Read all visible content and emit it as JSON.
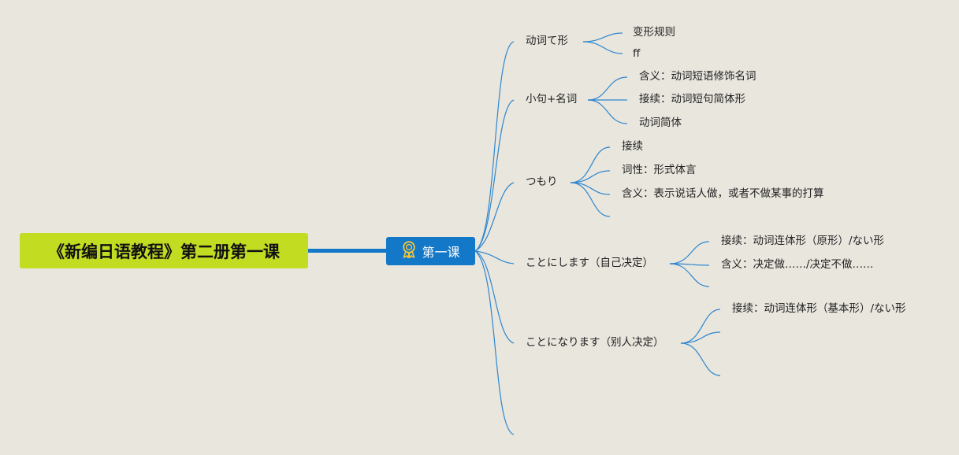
{
  "root": {
    "title": "《新编日语教程》第二册第一课"
  },
  "main_topic": {
    "label": "第一课",
    "icon": "medal-icon"
  },
  "branches": [
    {
      "label": "动词て形",
      "children": [
        "变形规则",
        "ff"
      ]
    },
    {
      "label": "小句+名词",
      "children": [
        "含义：动词短语修饰名词",
        "接续：动词短句简体形",
        "动词简体"
      ]
    },
    {
      "label": "つもり",
      "children": [
        "接续",
        "词性：形式体言",
        "含义：表示说话人做，或者不做某事的打算",
        ""
      ]
    },
    {
      "label": "ことにします（自己决定）",
      "children": [
        "接续：动词连体形（原形）/ない形",
        "含义：决定做……/决定不做……",
        ""
      ]
    },
    {
      "label": "ことになります（别人决定）",
      "children": [
        "接续：动词连体形（基本形）/ない形",
        "",
        ""
      ]
    },
    {
      "label": "",
      "children": []
    }
  ],
  "colors": {
    "background": "#e9e6de",
    "root_fill": "#c2dc22",
    "main_fill": "#1378c7",
    "line": "#2f86cf"
  }
}
